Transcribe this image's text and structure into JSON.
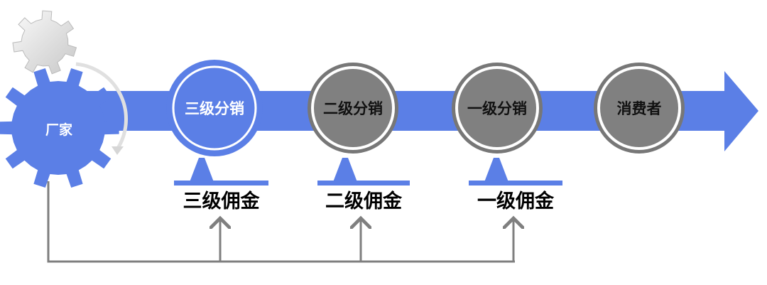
{
  "colors": {
    "blue": "#5b7fe6",
    "gray": "#808080",
    "line": "#7f7f7f"
  },
  "source": {
    "label": "厂家"
  },
  "nodes": [
    {
      "label": "三级分销",
      "style": "blue"
    },
    {
      "label": "二级分销",
      "style": "gray"
    },
    {
      "label": "一级分销",
      "style": "gray"
    },
    {
      "label": "消费者",
      "style": "gray"
    }
  ],
  "commissions": [
    {
      "label": "三级佣金"
    },
    {
      "label": "二级佣金"
    },
    {
      "label": "一级佣金"
    }
  ]
}
